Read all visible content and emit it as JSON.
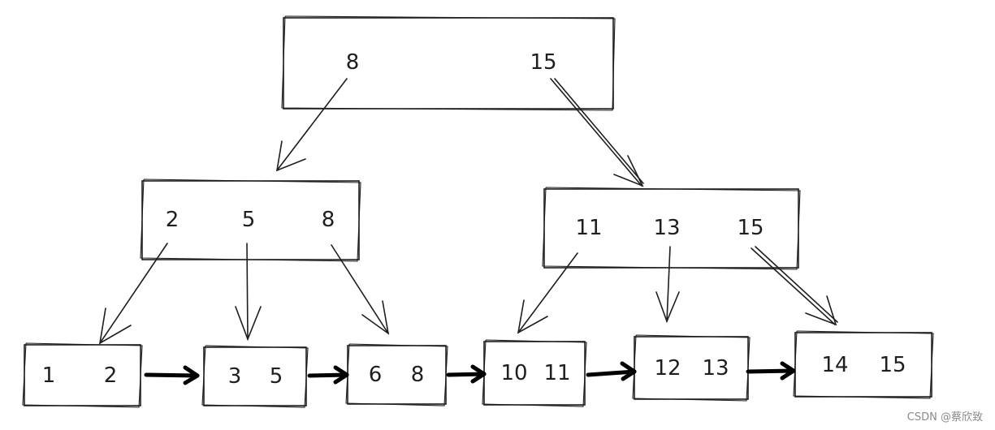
{
  "tree": {
    "root": {
      "keys": [
        "8",
        "15"
      ]
    },
    "internal": [
      {
        "keys": [
          "2",
          "5",
          "8"
        ]
      },
      {
        "keys": [
          "11",
          "13",
          "15"
        ]
      }
    ],
    "leaves": [
      {
        "keys": [
          "1",
          "2"
        ]
      },
      {
        "keys": [
          "3",
          "5"
        ]
      },
      {
        "keys": [
          "6",
          "8"
        ]
      },
      {
        "keys": [
          "10",
          "11"
        ]
      },
      {
        "keys": [
          "12",
          "13"
        ]
      },
      {
        "keys": [
          "14",
          "15"
        ]
      }
    ]
  },
  "watermark": "CSDN @蔡欣致"
}
